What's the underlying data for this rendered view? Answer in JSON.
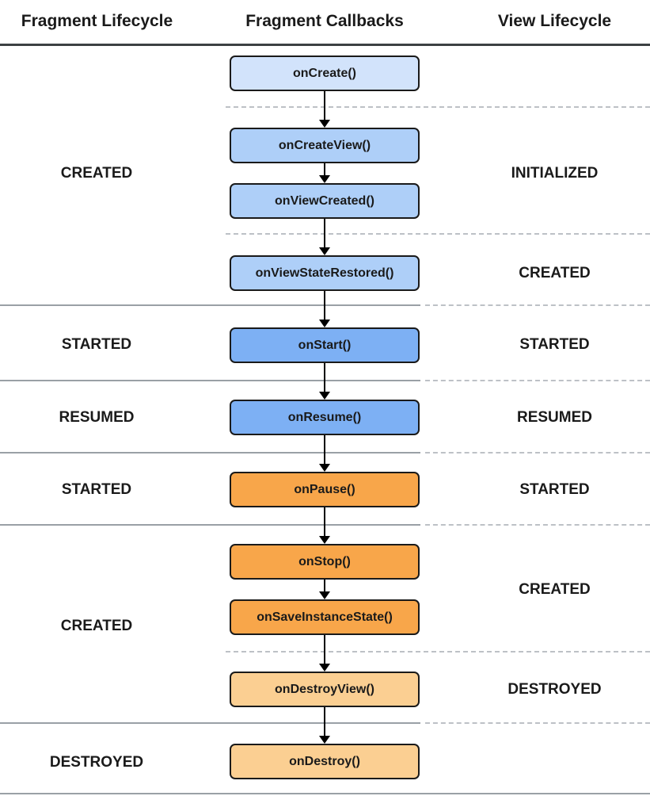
{
  "headers": {
    "left": "Fragment Lifecycle",
    "center": "Fragment Callbacks",
    "right": "View Lifecycle"
  },
  "callbacks": [
    {
      "label": "onCreate()",
      "fill": "#d2e3fb"
    },
    {
      "label": "onCreateView()",
      "fill": "#aecff8"
    },
    {
      "label": "onViewCreated()",
      "fill": "#aecff8"
    },
    {
      "label": "onViewStateRestored()",
      "fill": "#aecff8"
    },
    {
      "label": "onStart()",
      "fill": "#7db0f4"
    },
    {
      "label": "onResume()",
      "fill": "#7db0f4"
    },
    {
      "label": "onPause()",
      "fill": "#f8a64a"
    },
    {
      "label": "onStop()",
      "fill": "#f8a64a"
    },
    {
      "label": "onSaveInstanceState()",
      "fill": "#f8a64a"
    },
    {
      "label": "onDestroyView()",
      "fill": "#fbcf92"
    },
    {
      "label": "onDestroy()",
      "fill": "#fbcf92"
    }
  ],
  "fragment_states": [
    "CREATED",
    "STARTED",
    "RESUMED",
    "STARTED",
    "CREATED",
    "DESTROYED"
  ],
  "view_states": [
    "INITIALIZED",
    "CREATED",
    "STARTED",
    "RESUMED",
    "STARTED",
    "CREATED",
    "DESTROYED"
  ],
  "colors": {
    "background": "#ffffff",
    "text": "#1a1a1a",
    "box_border": "#1a1a1a",
    "arrow": "#000000",
    "header_line": "#3c4043",
    "solid_line": "#9aa0a6",
    "dashed_line": "#bdc1c6"
  }
}
